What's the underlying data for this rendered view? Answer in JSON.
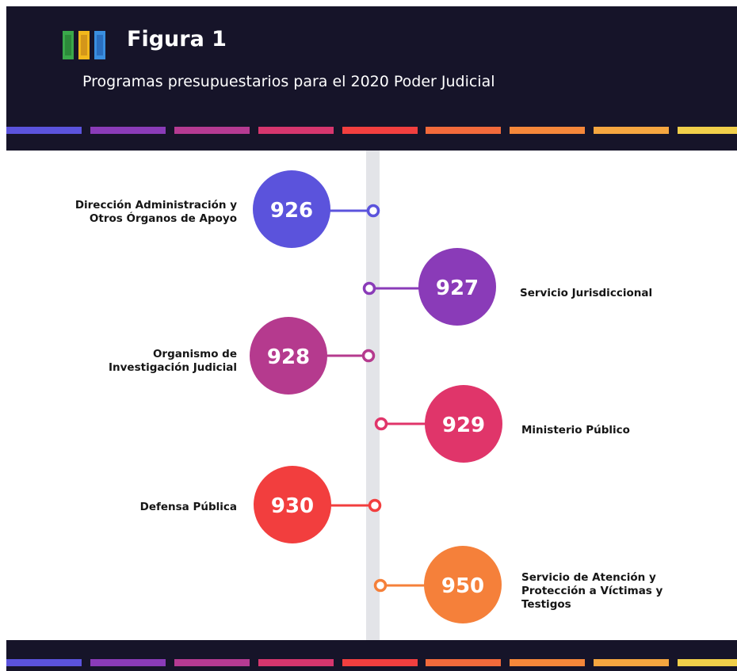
{
  "header": {
    "title": "Figura 1",
    "subtitle": "Programas presupuestarios para el 2020 Poder Judicial",
    "logo_icon": "books-icon",
    "stripe_colors": [
      "#5b53dc",
      "#8a3bb8",
      "#b53a92",
      "#d6366e",
      "#f23f3f",
      "#f26a3b",
      "#f5873a",
      "#f5a640",
      "#f1cf4a"
    ]
  },
  "timeline": {
    "axis_color": "#e3e4e8",
    "items": [
      {
        "code": "926",
        "label_lines": [
          "Dirección Administración y",
          "Otros Órganos de Apoyo"
        ],
        "color": "#5b53dc",
        "side": "left"
      },
      {
        "code": "927",
        "label_lines": [
          "Servicio Jurisdiccional"
        ],
        "color": "#8a3bb8",
        "side": "right"
      },
      {
        "code": "928",
        "label_lines": [
          "Organismo de",
          "Investigación Judicial"
        ],
        "color": "#b53a8e",
        "side": "left"
      },
      {
        "code": "929",
        "label_lines": [
          "Ministerio Público"
        ],
        "color": "#e0356a",
        "side": "right"
      },
      {
        "code": "930",
        "label_lines": [
          "Defensa Pública"
        ],
        "color": "#f23e3e",
        "side": "left"
      },
      {
        "code": "950",
        "label_lines": [
          "Servicio de Atención y",
          "Protección a Víctimas y",
          "Testigos"
        ],
        "color": "#f5803a",
        "side": "right"
      }
    ]
  }
}
